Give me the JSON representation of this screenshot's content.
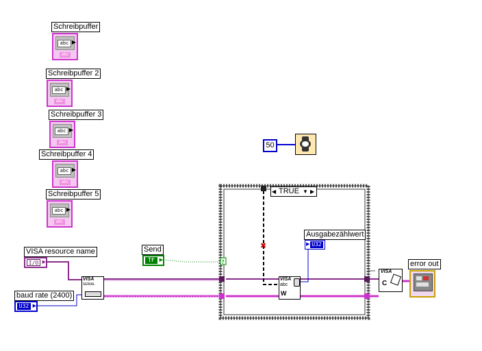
{
  "string_indicators": [
    {
      "label": "Schreibpuffer",
      "abc": "abc",
      "tag": "abc"
    },
    {
      "label": "Schreibpuffer 2",
      "abc": "abc",
      "tag": "abc"
    },
    {
      "label": "Schreibpuffer 3",
      "abc": "abc",
      "tag": "abc"
    },
    {
      "label": "Schreibpuffer 4",
      "abc": "abc",
      "tag": "abc"
    },
    {
      "label": "Schreibpuffer 5",
      "abc": "abc",
      "tag": "abc"
    }
  ],
  "wait_constant": "50",
  "case_selector": "TRUE",
  "send": {
    "label": "Send",
    "terminal": "TF"
  },
  "visa_resource": {
    "label": "VISA resource name",
    "terminal": "I/O"
  },
  "baud_rate": {
    "label": "baud rate (2400)",
    "terminal": "U32"
  },
  "ausgabe": {
    "label": "Ausgabezählwert",
    "terminal": "U32"
  },
  "error_out": {
    "label": "error out"
  },
  "visa_serial": {
    "line1": "VISA",
    "line2": "SERIAL"
  },
  "visa_write": {
    "line1": "VISA",
    "line2": "abc",
    "line3": "W"
  },
  "visa_close": {
    "line1": "VISA",
    "line2": "C"
  },
  "colors": {
    "string_wire": "#cc33cc",
    "int_wire": "#0000cc",
    "bool_wire": "#008000",
    "error_wire": "#c8a000"
  }
}
